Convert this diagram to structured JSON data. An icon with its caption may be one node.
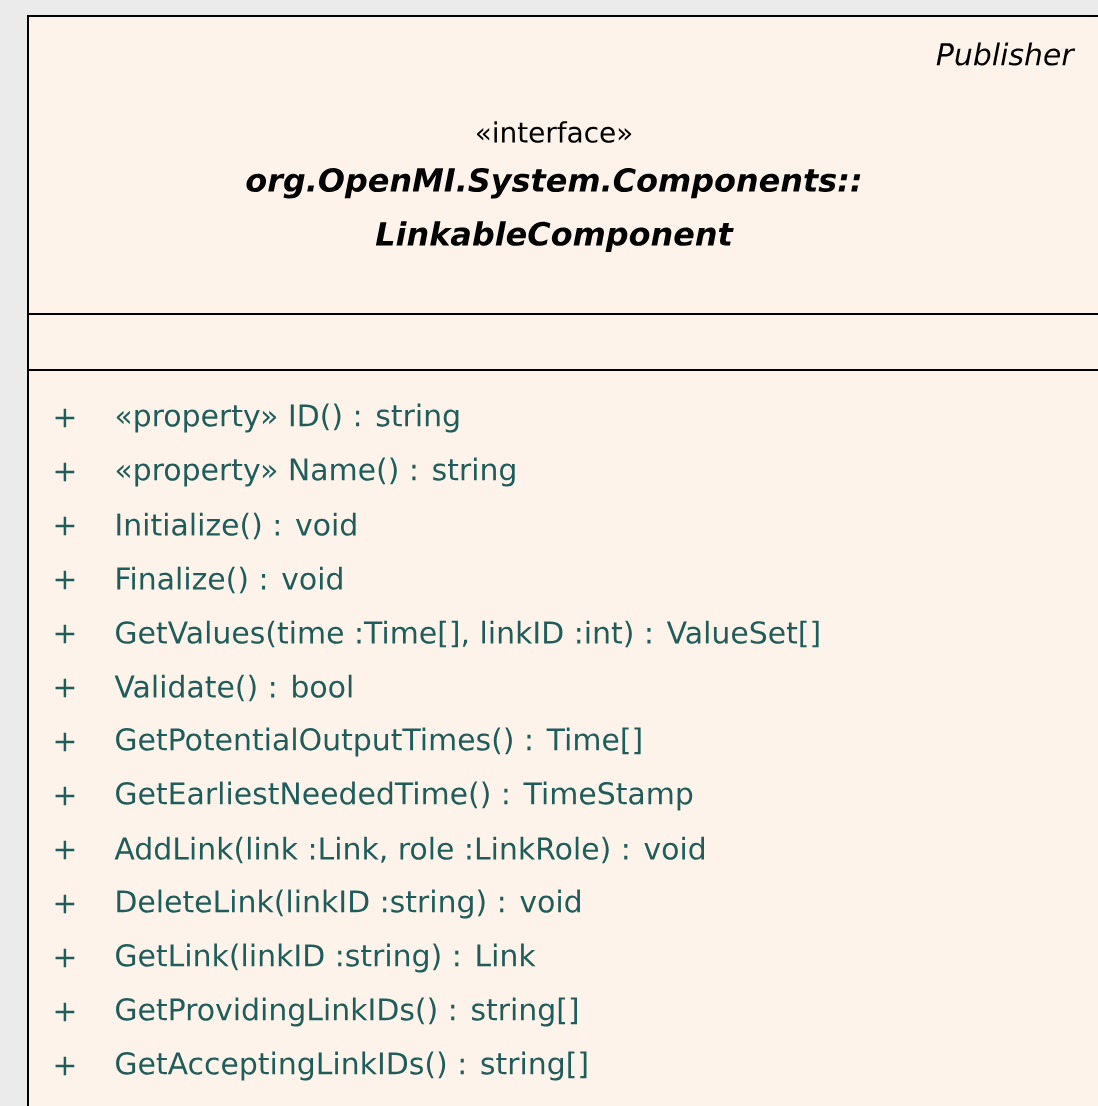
{
  "diagram": {
    "nodes": [
      {
        "text": [
          "Publisher",
          "«interface»",
          "org.OpenMI.System.Components:: LinkableComponent",
          "+",
          "«property» ID() : string",
          "+",
          "«property» Name() : string",
          "+",
          "Initialize() : void",
          "+",
          "Finalize() : void",
          "+",
          "GetValues(time :Time[], linkID :int) : ValueSet[]",
          "+",
          "Validate() : bool",
          "+",
          "GetPotentialOutputTimes() : Time[]",
          "+",
          "GetEarliestNeededTime() : TimeStamp",
          "+",
          "AddLink(link :Link, role :LinkRole) : void",
          "+",
          "DeleteLink(linkID :string) : void",
          "+",
          "GetLink(linkID :string) : Link",
          "+",
          "GetProvidingLinkIDs() : string[]",
          "+",
          "GetAcceptingLinkIDs() : string[]"
        ]
      }
    ]
  }
}
